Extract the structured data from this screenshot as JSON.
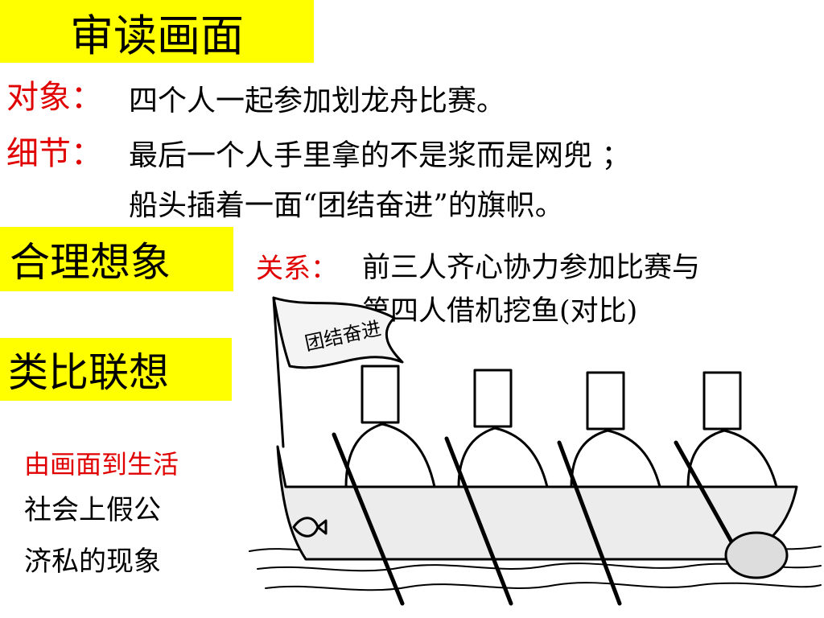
{
  "header": {
    "title": "审读画面"
  },
  "object": {
    "label": "对象：",
    "text": "四个人一起参加划龙舟比赛。"
  },
  "detail": {
    "label": "细节：",
    "line1": "最后一个人手里拿的不是浆而是网兜 ；",
    "line2": "船头插着一面“团结奋进”的旗帜。"
  },
  "imagine": {
    "title": "合理想象"
  },
  "relation": {
    "label": "关系：",
    "line1": "前三人齐心协力参加比赛与",
    "line2": "第四人借机挖鱼(对比)"
  },
  "analogy": {
    "title": "类比联想"
  },
  "life": {
    "heading": "由画面到生活",
    "line1": "社会上假公",
    "line2": "济私的现象"
  },
  "cartoon": {
    "flag_text": "团结奋进"
  },
  "colors": {
    "highlight": "#ffff00",
    "label_red": "#e00000",
    "text": "#000000"
  }
}
